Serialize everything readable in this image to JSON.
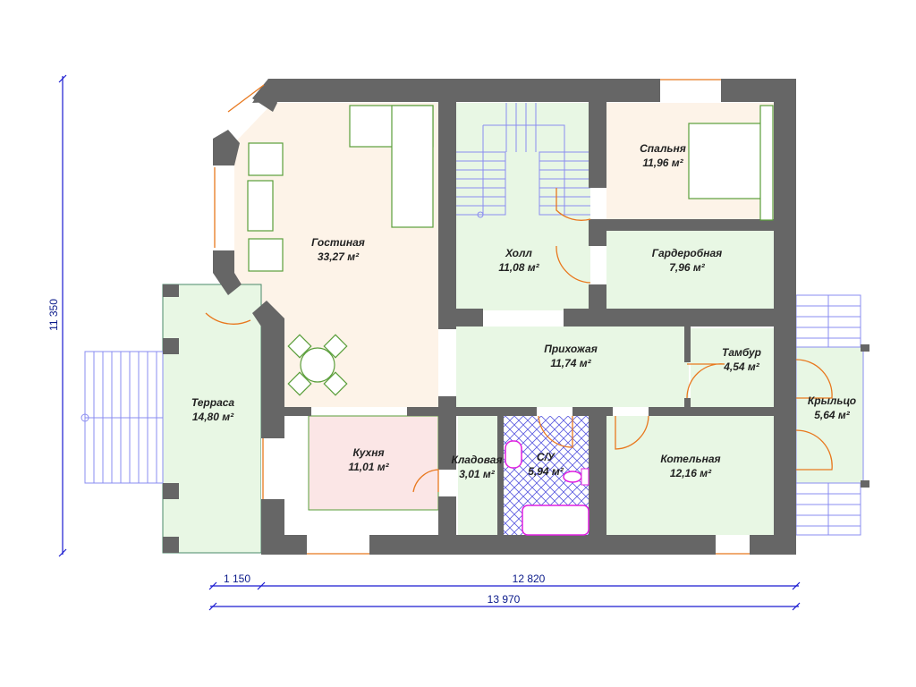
{
  "rooms": {
    "living": {
      "name": "Гостиная",
      "area": "33,27 м²"
    },
    "hall": {
      "name": "Холл",
      "area": "11,08 м²"
    },
    "bedroom": {
      "name": "Спальня",
      "area": "11,96 м²"
    },
    "wardrobe": {
      "name": "Гардеробная",
      "area": "7,96 м²"
    },
    "entry": {
      "name": "Прихожая",
      "area": "11,74 м²"
    },
    "vestibule": {
      "name": "Тамбур",
      "area": "4,54 м²"
    },
    "porch": {
      "name": "Крыльцо",
      "area": "5,64 м²"
    },
    "terrace": {
      "name": "Терраса",
      "area": "14,80 м²"
    },
    "kitchen": {
      "name": "Кухня",
      "area": "11,01 м²"
    },
    "pantry": {
      "name": "Кладовая",
      "area": "3,01 м²"
    },
    "bathroom": {
      "name": "С/У",
      "area": "5,94 м²"
    },
    "boiler": {
      "name": "Котельная",
      "area": "12,16 м²"
    }
  },
  "dimensions": {
    "height": "11 350",
    "left": "1 150",
    "main": "12 820",
    "total": "13 970"
  },
  "colors": {
    "wall": "#666666",
    "warm": "#fdf3e8",
    "green": "#e8f7e4",
    "dim": "#1a1ad0"
  }
}
